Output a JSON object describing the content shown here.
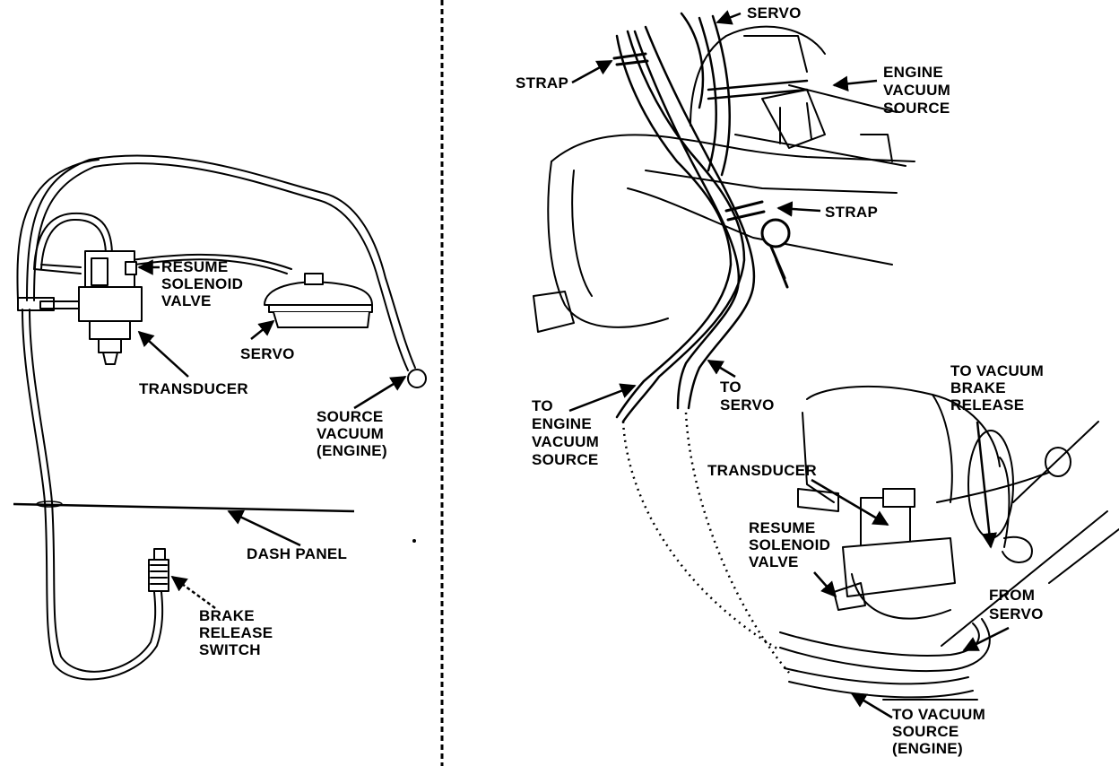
{
  "left_panel": {
    "resume_solenoid_valve": [
      "RESUME",
      "SOLENOID",
      "VALVE"
    ],
    "servo": "SERVO",
    "transducer": "TRANSDUCER",
    "source_vacuum": [
      "SOURCE",
      "VACUUM",
      "(ENGINE)"
    ],
    "dash_panel": "DASH PANEL",
    "brake_release_switch": [
      "BRAKE",
      "RELEASE",
      "SWITCH"
    ]
  },
  "right_panel": {
    "servo_top": "SERVO",
    "strap_upper": "STRAP",
    "engine_vacuum_source": [
      "ENGINE",
      "VACUUM",
      "SOURCE"
    ],
    "strap_lower": "STRAP",
    "to_engine_vacuum_source": [
      "TO",
      "ENGINE",
      "VACUUM",
      "SOURCE"
    ],
    "to_servo": [
      "TO",
      "SERVO"
    ],
    "to_vacuum_brake_release": [
      "TO VACUUM",
      "BRAKE",
      "RELEASE"
    ],
    "transducer": "TRANSDUCER",
    "resume_solenoid_valve": [
      "RESUME",
      "SOLENOID",
      "VALVE"
    ],
    "from_servo": [
      "FROM",
      "SERVO"
    ],
    "to_vacuum_source_engine": [
      "TO VACUUM",
      "SOURCE",
      "(ENGINE)"
    ]
  }
}
